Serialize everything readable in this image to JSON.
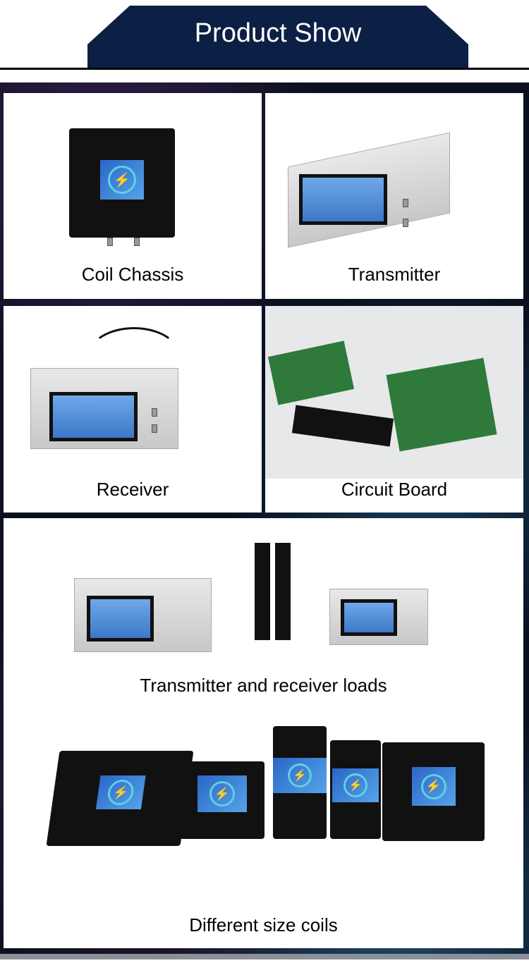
{
  "header": {
    "title": "Product Show"
  },
  "panels": [
    {
      "caption": "Coil Chassis"
    },
    {
      "caption": "Transmitter"
    },
    {
      "caption": "Receiver"
    },
    {
      "caption": "Circuit Board"
    },
    {
      "caption": "Transmitter and receiver loads"
    },
    {
      "caption": "Different size coils"
    }
  ],
  "icons": {
    "coil_logo": "lightning-bolt-icon"
  },
  "colors": {
    "header_tab": "#0c1f44",
    "coil_label": "#3a7ad8",
    "bolt": "#3cbf3c"
  }
}
